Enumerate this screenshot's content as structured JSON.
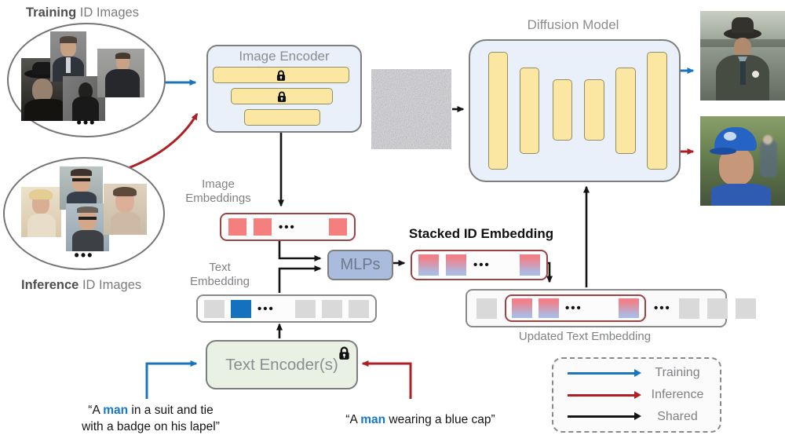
{
  "colors": {
    "training_blue": "#1B75BC",
    "inference_red": "#AE2025",
    "shared_black": "#141414",
    "panel_fill": "#EAF0F9",
    "panel_border": "#7E7E7E",
    "bar_yellow": "#FBE7A1",
    "bar_border": "#8F8F66",
    "encoder_green": "#E9F1E4",
    "mlp_fill": "#AABCDD",
    "embed_red": "#F57F7F",
    "embed_blue": "#1371BE",
    "embed_gray": "#D9D9D9",
    "grad_top": "#F0818A",
    "grad_bottom": "#AABCE4",
    "red_border": "#9C4343",
    "gray_border": "#8A8A8A",
    "label_gray": "#7F8285",
    "quote_man_blue": "#1777C8"
  },
  "labels": {
    "training_bold": "Training",
    "training_rest": " ID Images",
    "inference_bold": "Inference",
    "inference_rest": " ID Images",
    "image_encoder": "Image Encoder",
    "diffusion_model": "Diffusion Model",
    "image_embeddings_line1": "Image",
    "image_embeddings_line2": "Embeddings",
    "text_embedding_line1": "Text",
    "text_embedding_line2": "Embedding",
    "mlps": "MLPs",
    "stacked_id_embedding": "Stacked ID Embedding",
    "updated_text_embedding": "Updated Text Embedding",
    "text_encoder": "Text Encoder(s)"
  },
  "glyphs": {
    "ellipsis": "•••"
  },
  "quotes": {
    "q1_prefix": "“A ",
    "q1_highlight": "man",
    "q1_suffix": " in a suit and tie",
    "q1_line2": "with a badge on his lapel”",
    "q2_prefix": "“A ",
    "q2_highlight": "man",
    "q2_suffix": " wearing a blue cap”"
  },
  "legend": {
    "items": [
      {
        "label": "Training"
      },
      {
        "label": "Inference"
      },
      {
        "label": "Shared"
      }
    ]
  }
}
